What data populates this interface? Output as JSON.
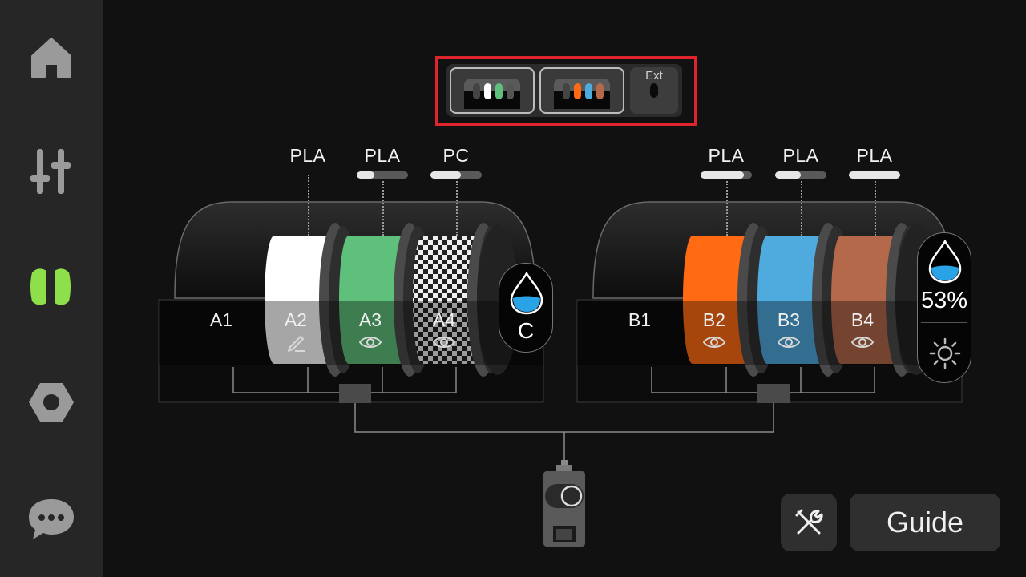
{
  "sidebar": {
    "items": [
      {
        "name": "home",
        "icon": "home-icon",
        "active": false
      },
      {
        "name": "controls",
        "icon": "sliders-icon",
        "active": false
      },
      {
        "name": "filament",
        "icon": "filament-icon",
        "active": true
      },
      {
        "name": "settings",
        "icon": "hex-nut-icon",
        "active": false
      },
      {
        "name": "messages",
        "icon": "chat-icon",
        "active": false
      }
    ],
    "active_color": "#8ee04a",
    "inactive_color": "#9a9a9a"
  },
  "selector": {
    "units": [
      {
        "id": "ams-a",
        "slot_colors": [
          "#444444",
          "#ffffff",
          "#5ec07a",
          "#555555"
        ]
      },
      {
        "id": "ams-b",
        "slot_colors": [
          "#444444",
          "#ff6a13",
          "#4faadd",
          "#b3694a"
        ]
      }
    ],
    "ext_label": "Ext"
  },
  "ams_units": [
    {
      "id": "A",
      "humidity_letter": "C",
      "humidity_percent": "",
      "slots": [
        {
          "id": "A1",
          "material": "",
          "color": "",
          "empty": true,
          "remaining": null,
          "icon": ""
        },
        {
          "id": "A2",
          "material": "PLA",
          "color": "#ffffff",
          "empty": false,
          "remaining": null,
          "icon": "edit-icon"
        },
        {
          "id": "A3",
          "material": "PLA",
          "color": "#5ec07a",
          "empty": false,
          "remaining": 0.35,
          "icon": "eye-icon"
        },
        {
          "id": "A4",
          "material": "PC",
          "color": "transparent",
          "empty": false,
          "remaining": 0.6,
          "icon": "eye-icon"
        }
      ]
    },
    {
      "id": "B",
      "humidity_letter": "",
      "humidity_percent": "53%",
      "slots": [
        {
          "id": "B1",
          "material": "",
          "color": "",
          "empty": true,
          "remaining": null,
          "icon": ""
        },
        {
          "id": "B2",
          "material": "PLA",
          "color": "#ff6a13",
          "empty": false,
          "remaining": 0.85,
          "icon": "eye-icon"
        },
        {
          "id": "B3",
          "material": "PLA",
          "color": "#4faadd",
          "empty": false,
          "remaining": 0.5,
          "icon": "eye-icon"
        },
        {
          "id": "B4",
          "material": "PLA",
          "color": "#b3694a",
          "empty": false,
          "remaining": 1.0,
          "icon": "eye-icon"
        }
      ]
    }
  ],
  "actions": {
    "tools_icon": "tools-icon",
    "guide_label": "Guide"
  }
}
